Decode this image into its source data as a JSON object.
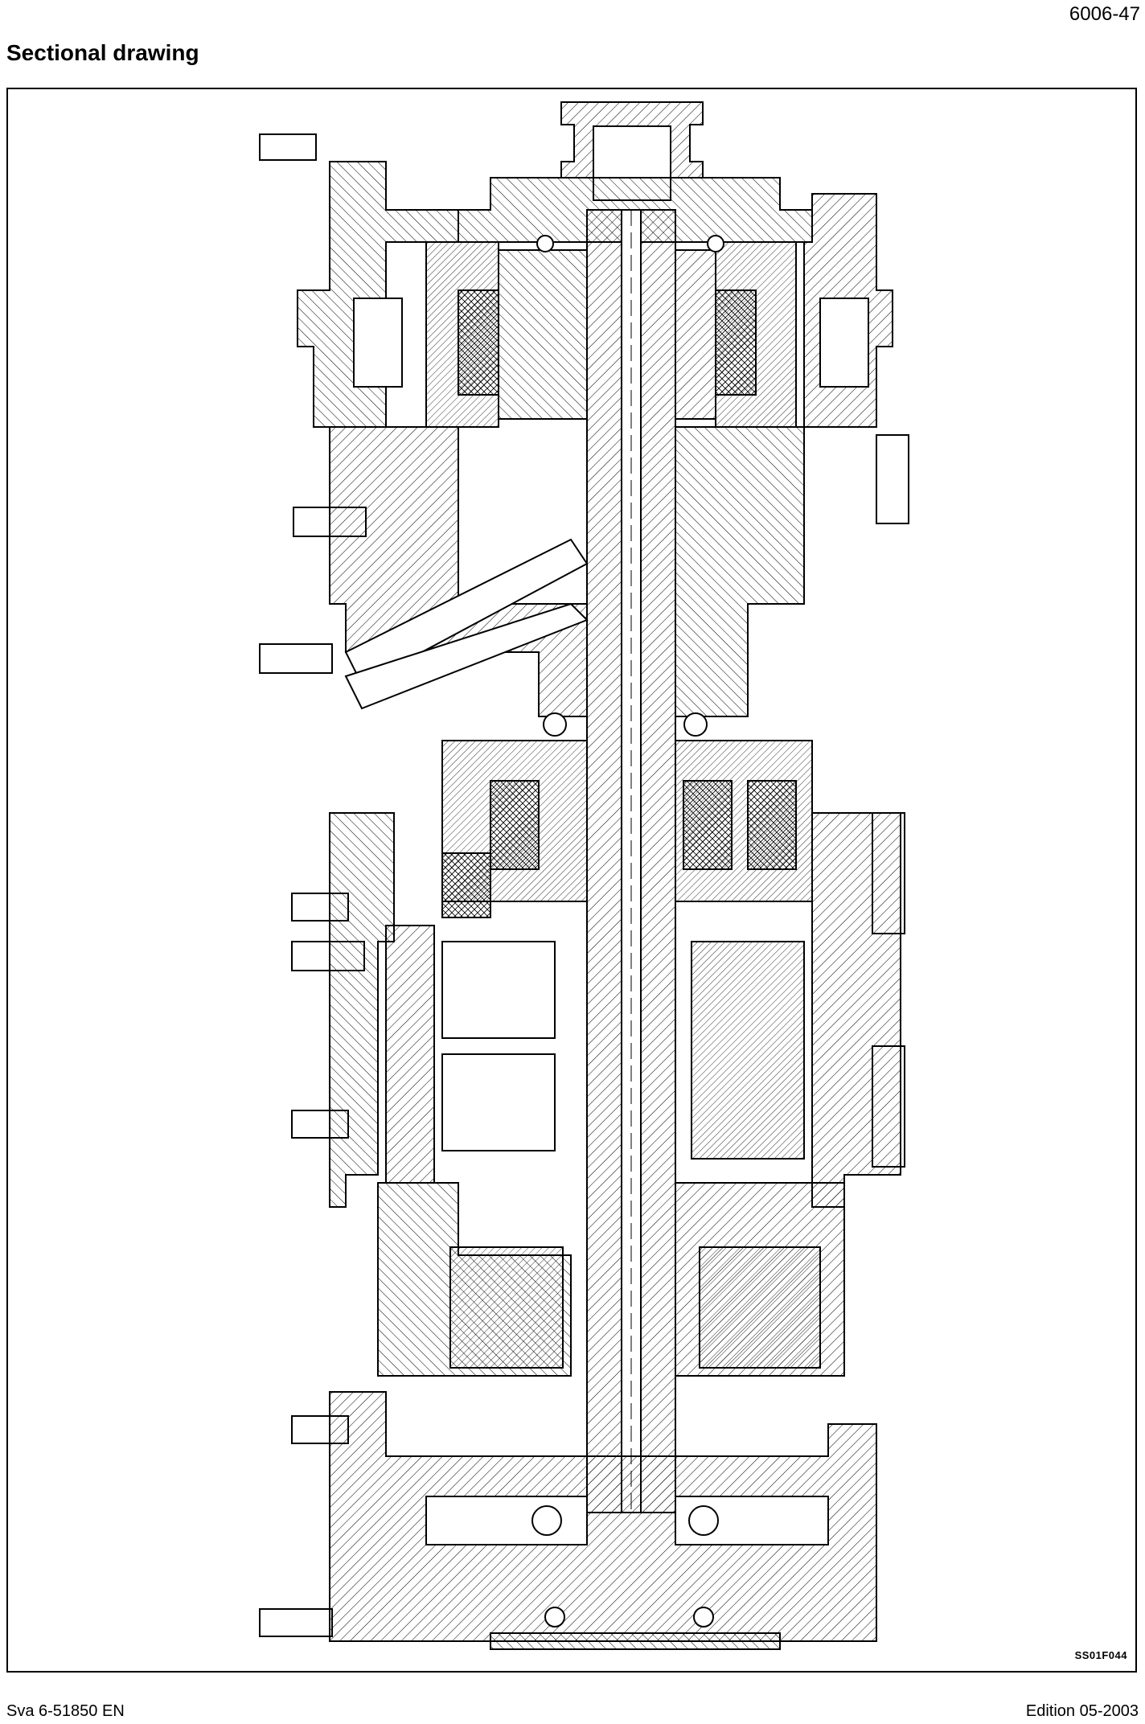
{
  "header": {
    "page_number": "6006-47"
  },
  "title": "Sectional drawing",
  "figure": {
    "code": "SS01F044"
  },
  "footer": {
    "doc_id": "Sva 6-51850 EN",
    "edition": "Edition 05-2003"
  }
}
